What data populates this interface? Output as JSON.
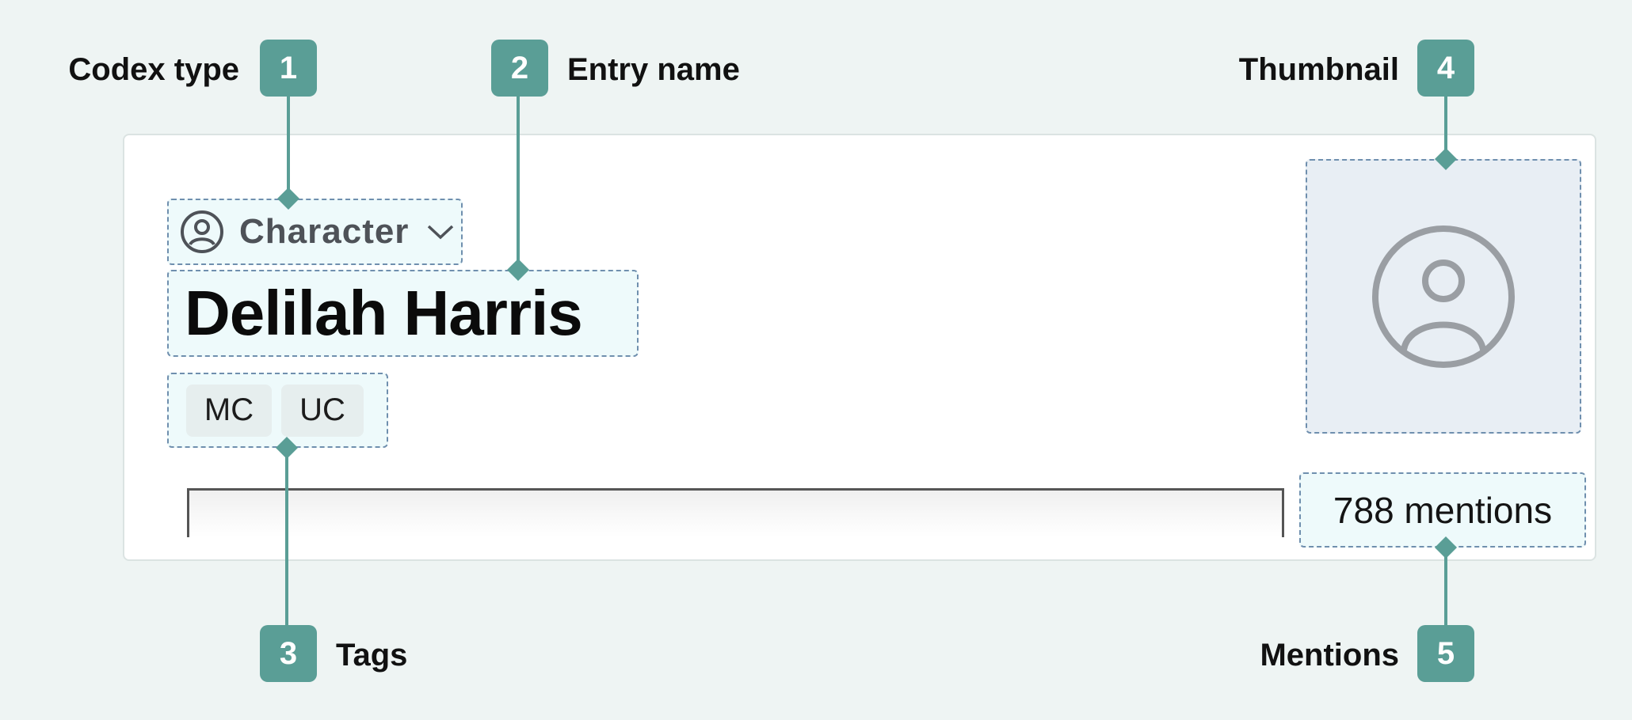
{
  "card": {
    "codex_type": "Character",
    "entry_name": "Delilah Harris",
    "tags": [
      "MC",
      "UC"
    ],
    "thumbnail_icon": "user-circle-icon",
    "mentions": "788 mentions"
  },
  "callouts": [
    {
      "number": "1",
      "label": "Codex type"
    },
    {
      "number": "2",
      "label": "Entry name"
    },
    {
      "number": "3",
      "label": "Tags"
    },
    {
      "number": "4",
      "label": "Thumbnail"
    },
    {
      "number": "5",
      "label": "Mentions"
    }
  ],
  "colors": {
    "background": "#eef4f3",
    "accent": "#5a9e96",
    "highlight_border": "#6f8fae"
  }
}
